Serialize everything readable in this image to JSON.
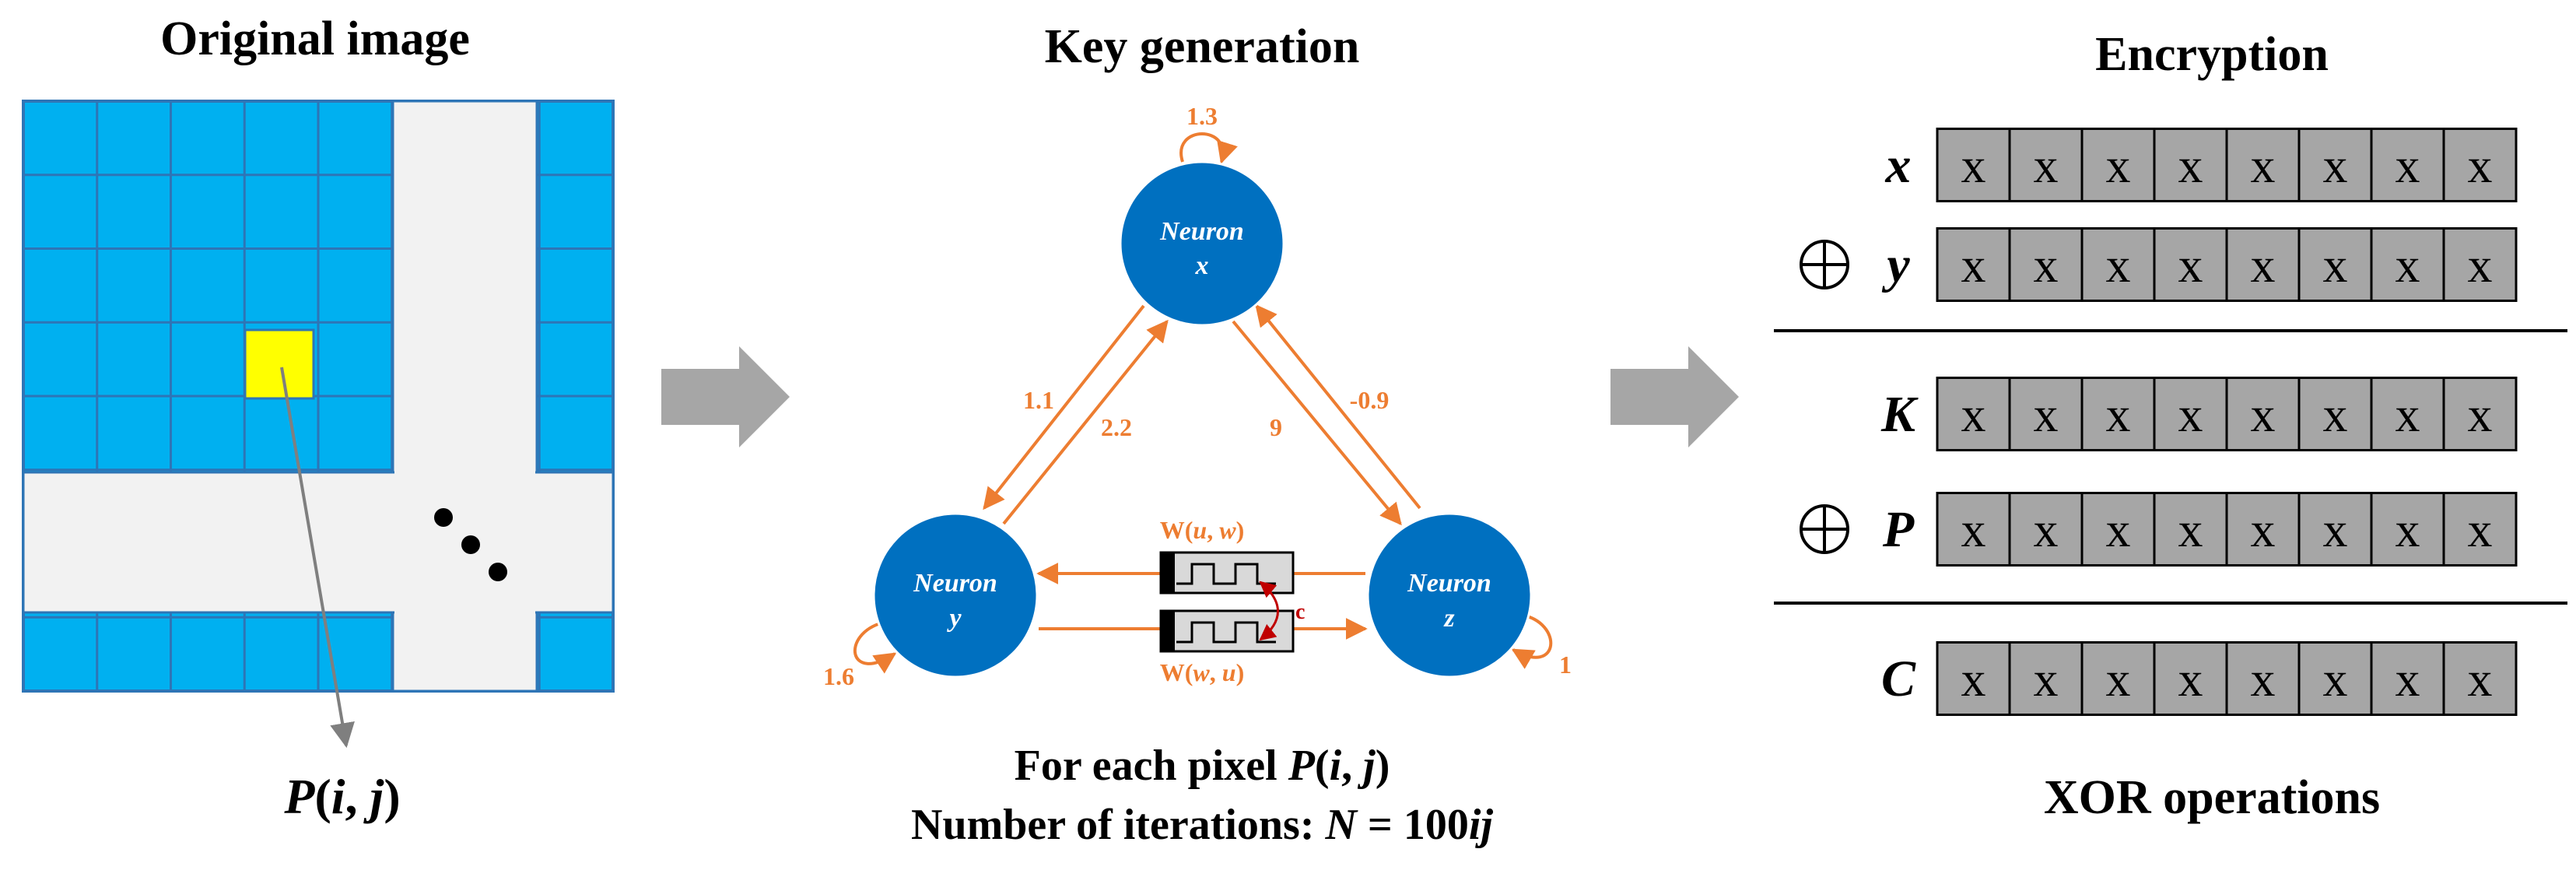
{
  "panels": {
    "original": {
      "title": "Original image",
      "pixel_label": {
        "prefix": "P",
        "open": "(",
        "i": "i",
        "sep": ", ",
        "j": "j",
        "close": ")"
      }
    },
    "keygen": {
      "title": "Key generation",
      "neurons": [
        {
          "id": "x",
          "word": "Neuron",
          "var": "x"
        },
        {
          "id": "y",
          "word": "Neuron",
          "var": "y"
        },
        {
          "id": "z",
          "word": "Neuron",
          "var": "z"
        }
      ],
      "weights": {
        "self_x": "1.3",
        "self_y": "1.6",
        "self_z": "1",
        "y_to_x": "1.1",
        "x_to_y": "2.2",
        "x_to_z": "9",
        "z_to_x": "-0.9",
        "memristor_top": {
          "prefix": "W(",
          "a": "u",
          "sep": ", ",
          "b": "w",
          "suffix": ")"
        },
        "memristor_bottom": {
          "prefix": "W(",
          "a": "w",
          "sep": ", ",
          "b": "u",
          "suffix": ")"
        },
        "coupling": "c"
      },
      "caption_line1": {
        "text": "For each pixel ",
        "p": "P",
        "open": "(",
        "i": "i",
        "sep": ", ",
        "j": "j",
        "close": ")"
      },
      "caption_line2": {
        "text": "Number of iterations: ",
        "n": "N",
        "eq": " = 100",
        "ij": "ij"
      }
    },
    "encryption": {
      "title": "Encryption",
      "rows": [
        {
          "label": "x",
          "xor": false,
          "cells": [
            "x",
            "x",
            "x",
            "x",
            "x",
            "x",
            "x",
            "x"
          ]
        },
        {
          "label": "y",
          "xor": true,
          "cells": [
            "x",
            "x",
            "x",
            "x",
            "x",
            "x",
            "x",
            "x"
          ]
        },
        {
          "label": "K",
          "xor": false,
          "cells": [
            "x",
            "x",
            "x",
            "x",
            "x",
            "x",
            "x",
            "x"
          ]
        },
        {
          "label": "P",
          "xor": true,
          "cells": [
            "x",
            "x",
            "x",
            "x",
            "x",
            "x",
            "x",
            "x"
          ]
        },
        {
          "label": "C",
          "xor": false,
          "cells": [
            "x",
            "x",
            "x",
            "x",
            "x",
            "x",
            "x",
            "x"
          ]
        }
      ],
      "footer": "XOR operations"
    }
  },
  "colors": {
    "grid_fill": "#00b0f0",
    "grid_line": "#2e75b6",
    "path_fill": "#f2f2f2",
    "highlight": "#ffff00",
    "neuron_fill": "#0070c0",
    "synapse": "#ed7d31",
    "coupling": "#c00000",
    "arrow": "#a6a6a6",
    "cell_fill": "#a6a6a6"
  }
}
